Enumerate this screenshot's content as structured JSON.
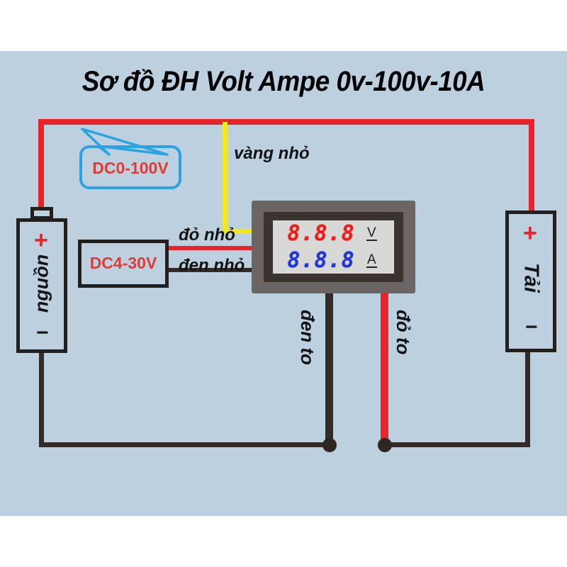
{
  "page": {
    "title": "Sơ đồ ĐH Volt Ampe 0v-100v-10A",
    "background_color": "#bcd0df"
  },
  "colors": {
    "red_wire": "#e8232a",
    "black_wire": "#342b27",
    "yellow_wire": "#f3e71d",
    "callout_blue": "#29a3e3",
    "label_red": "#e23b36",
    "segment_red": "#ef1b19",
    "segment_blue": "#1f35d8",
    "bezel_outer": "#6b6564",
    "bezel_inner": "#3a3330",
    "lcd_face": "#d8d9d7"
  },
  "source_cell": {
    "plus": "+",
    "minus": "−",
    "label": "nguồn"
  },
  "load_cell": {
    "plus": "+",
    "minus": "−",
    "label": "Tải"
  },
  "dc_supply": {
    "label": "DC4-30V"
  },
  "callout": {
    "label": "DC0-100V"
  },
  "meter": {
    "voltage_digits": "8.8.8",
    "voltage_unit": "V",
    "current_digits": "8.8.8",
    "current_unit": "A"
  },
  "wire_labels": {
    "yellow_small": "vàng nhỏ",
    "red_small": "đỏ nhỏ",
    "black_small": "đen nhỏ",
    "black_big": "đen to",
    "red_big": "đỏ to"
  }
}
